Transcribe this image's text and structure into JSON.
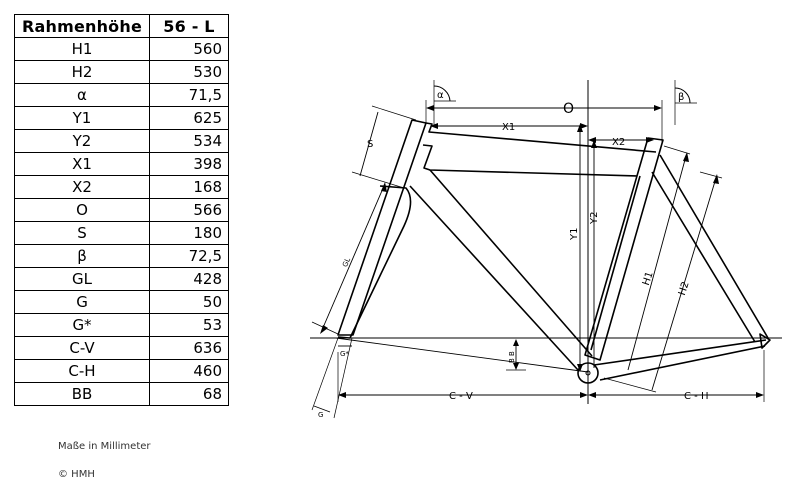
{
  "table": {
    "header": {
      "label": "Rahmenhöhe",
      "size": "56 - L"
    },
    "rows": [
      {
        "label": "H1",
        "value": "560"
      },
      {
        "label": "H2",
        "value": "530"
      },
      {
        "label": "α",
        "value": "71,5"
      },
      {
        "label": "Y1",
        "value": "625"
      },
      {
        "label": "Y2",
        "value": "534"
      },
      {
        "label": "X1",
        "value": "398"
      },
      {
        "label": "X2",
        "value": "168"
      },
      {
        "label": "O",
        "value": "566"
      },
      {
        "label": "S",
        "value": "180"
      },
      {
        "label": "β",
        "value": "72,5"
      },
      {
        "label": "GL",
        "value": "428"
      },
      {
        "label": "G",
        "value": "50"
      },
      {
        "label": "G*",
        "value": "53"
      },
      {
        "label": "C-V",
        "value": "636"
      },
      {
        "label": "C-H",
        "value": "460"
      },
      {
        "label": "BB",
        "value": "68"
      }
    ]
  },
  "units_note": "Maße in Millimeter",
  "copyright": "© HMH",
  "diagram": {
    "labels": {
      "alpha": "α",
      "beta": "β",
      "o": "O",
      "x1": "X1",
      "x2": "X2",
      "s": "S",
      "y1": "Y1",
      "y2": "Y2",
      "h1": "H1",
      "h2": "H2",
      "gl": "GL",
      "g_star": "G*",
      "g": "G",
      "bb": "B B",
      "cv": "C - V",
      "ch": "C - H"
    }
  }
}
